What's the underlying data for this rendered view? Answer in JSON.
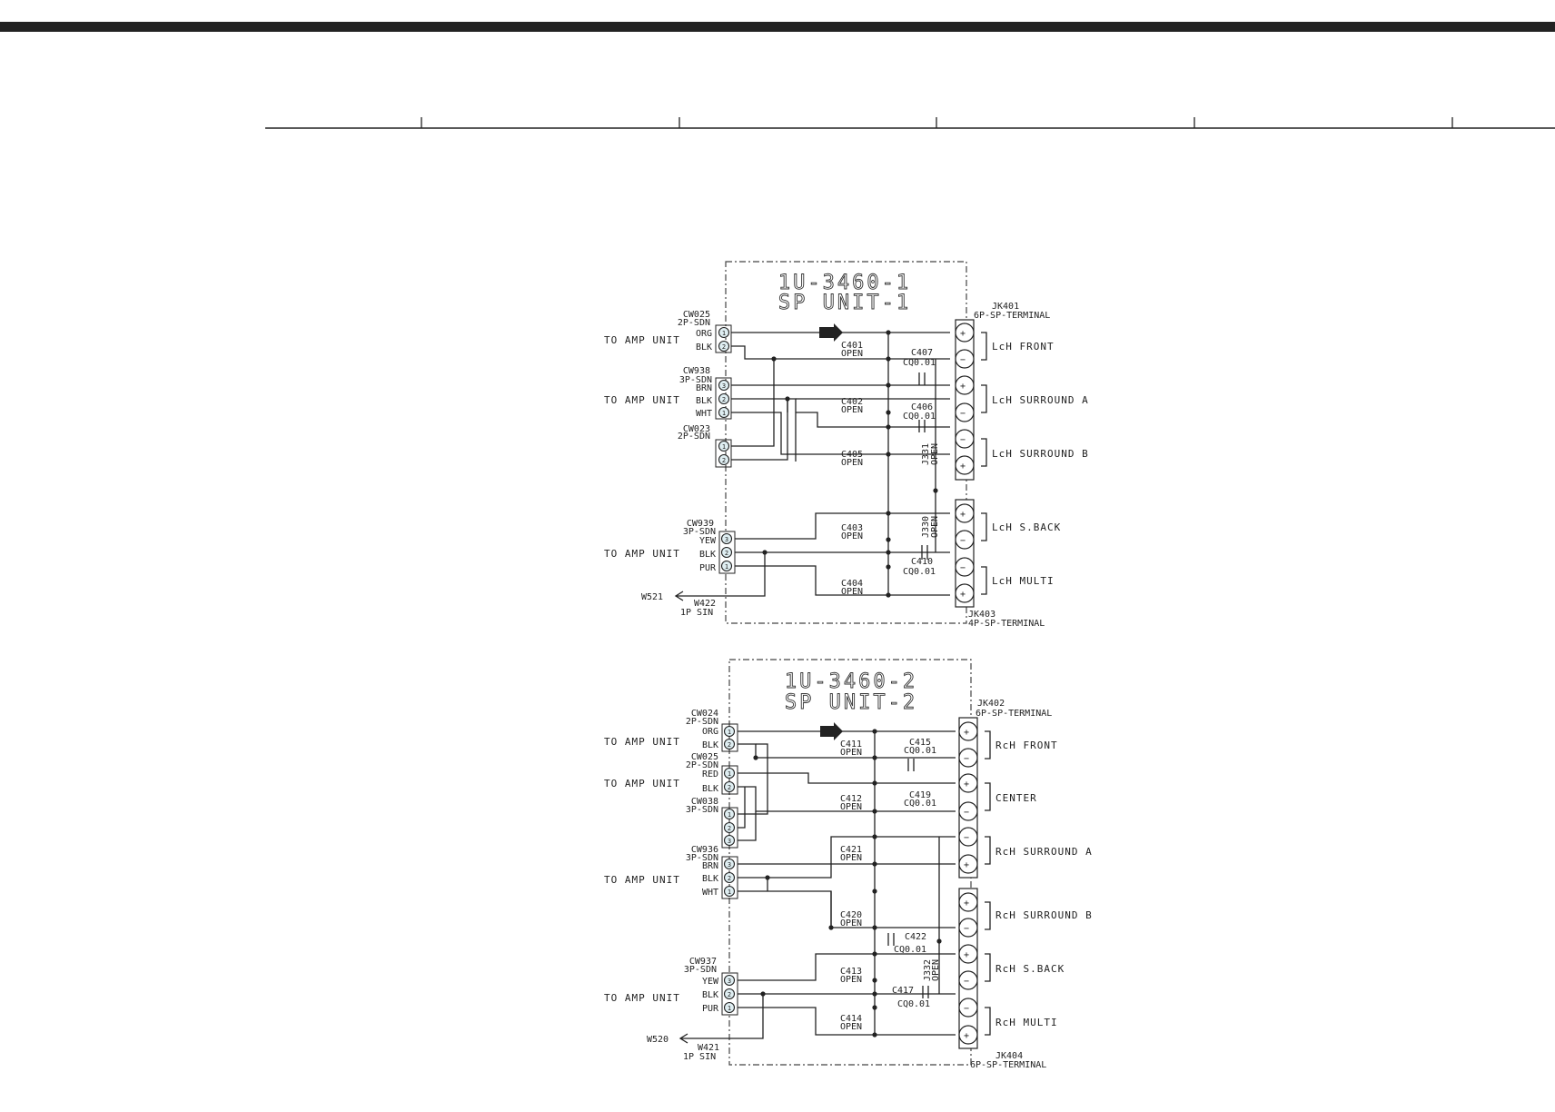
{
  "rulers": {
    "ticks": 5
  },
  "units": [
    {
      "title": "1U-3460-1",
      "subtitle": "SP UNIT-1",
      "connectors": [
        {
          "id": "CW025",
          "type": "2P-SDN",
          "dest": "TO AMP UNIT",
          "pins": [
            {
              "n": "1",
              "wire": "ORG"
            },
            {
              "n": "2",
              "wire": "BLK"
            }
          ]
        },
        {
          "id": "CW938",
          "type": "3P-SDN",
          "dest": "TO AMP UNIT",
          "pins": [
            {
              "n": "3",
              "wire": "BRN"
            },
            {
              "n": "2",
              "wire": "BLK"
            },
            {
              "n": "1",
              "wire": "WHT"
            }
          ]
        },
        {
          "id": "CW023",
          "type": "2P-SDN",
          "dest": "",
          "pins": [
            {
              "n": "1",
              "wire": ""
            },
            {
              "n": "2",
              "wire": ""
            }
          ]
        },
        {
          "id": "CW939",
          "type": "3P-SDN",
          "dest": "TO AMP UNIT",
          "pins": [
            {
              "n": "3",
              "wire": "YEW"
            },
            {
              "n": "2",
              "wire": "BLK"
            },
            {
              "n": "1",
              "wire": "PUR"
            }
          ]
        }
      ],
      "capacitors": [
        {
          "id": "C401",
          "val": "OPEN"
        },
        {
          "id": "C407",
          "val": "CQ0.01"
        },
        {
          "id": "C402",
          "val": "OPEN"
        },
        {
          "id": "C406",
          "val": "CQ0.01"
        },
        {
          "id": "C405",
          "val": "OPEN"
        },
        {
          "id": "C403",
          "val": "OPEN"
        },
        {
          "id": "C410",
          "val": "CQ0.01"
        },
        {
          "id": "C404",
          "val": "OPEN"
        }
      ],
      "jumpers": [
        {
          "id": "J331",
          "val": "OPEN"
        },
        {
          "id": "J330",
          "val": "OPEN"
        }
      ],
      "terminals": [
        {
          "id": "JK401",
          "type": "6P-SP-TERMINAL",
          "channels": [
            "LcH FRONT",
            "LcH SURROUND A",
            "LcH SURROUND B"
          ]
        },
        {
          "id": "JK403",
          "type": "4P-SP-TERMINAL",
          "channels": [
            "LcH S.BACK",
            "LcH MULTI"
          ]
        }
      ],
      "wire_out": {
        "id": "W422",
        "type": "1P SIN",
        "to": "W521"
      }
    },
    {
      "title": "1U-3460-2",
      "subtitle": "SP UNIT-2",
      "connectors": [
        {
          "id": "CW024",
          "type": "2P-SDN",
          "dest": "TO AMP UNIT",
          "pins": [
            {
              "n": "1",
              "wire": "ORG"
            },
            {
              "n": "2",
              "wire": "BLK"
            }
          ]
        },
        {
          "id": "CW025",
          "type": "2P-SDN",
          "dest": "TO AMP UNIT",
          "pins": [
            {
              "n": "1",
              "wire": "RED"
            },
            {
              "n": "2",
              "wire": "BLK"
            }
          ]
        },
        {
          "id": "CW038",
          "type": "3P-SDN",
          "dest": "",
          "pins": [
            {
              "n": "1",
              "wire": ""
            },
            {
              "n": "2",
              "wire": ""
            },
            {
              "n": "3",
              "wire": ""
            }
          ]
        },
        {
          "id": "CW936",
          "type": "3P-SDN",
          "dest": "TO AMP UNIT",
          "pins": [
            {
              "n": "3",
              "wire": "BRN"
            },
            {
              "n": "2",
              "wire": "BLK"
            },
            {
              "n": "1",
              "wire": "WHT"
            }
          ]
        },
        {
          "id": "CW937",
          "type": "3P-SDN",
          "dest": "TO AMP UNIT",
          "pins": [
            {
              "n": "3",
              "wire": "YEW"
            },
            {
              "n": "2",
              "wire": "BLK"
            },
            {
              "n": "1",
              "wire": "PUR"
            }
          ]
        }
      ],
      "capacitors": [
        {
          "id": "C411",
          "val": "OPEN"
        },
        {
          "id": "C415",
          "val": "CQ0.01"
        },
        {
          "id": "C412",
          "val": "OPEN"
        },
        {
          "id": "C419",
          "val": "CQ0.01"
        },
        {
          "id": "C421",
          "val": "OPEN"
        },
        {
          "id": "C420",
          "val": "OPEN"
        },
        {
          "id": "C422",
          "val": "CQ0.01"
        },
        {
          "id": "C413",
          "val": "OPEN"
        },
        {
          "id": "C417",
          "val": "CQ0.01"
        },
        {
          "id": "C414",
          "val": "OPEN"
        }
      ],
      "jumpers": [
        {
          "id": "J332",
          "val": "OPEN"
        }
      ],
      "terminals": [
        {
          "id": "JK402",
          "type": "6P-SP-TERMINAL",
          "channels": [
            "RcH FRONT",
            "CENTER",
            "RcH SURROUND A"
          ]
        },
        {
          "id": "JK404",
          "type": "6P-SP-TERMINAL",
          "channels": [
            "RcH SURROUND B",
            "RcH S.BACK",
            "RcH MULTI"
          ]
        }
      ],
      "wire_out": {
        "id": "W421",
        "type": "1P SIN",
        "to": "W520"
      }
    }
  ],
  "colors": {
    "ink": "#222222",
    "pin_fill": "#dfeef2",
    "frame": "#444444"
  }
}
